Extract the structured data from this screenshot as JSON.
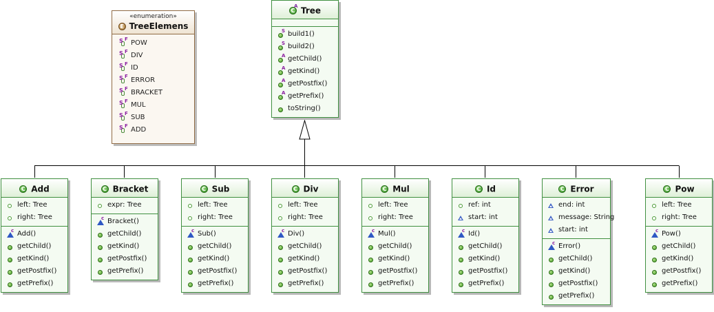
{
  "diagram": {
    "enumeration": {
      "stereotype": "«enumeration»",
      "name": "TreeElemens",
      "literals": [
        "POW",
        "DIV",
        "ID",
        "ERROR",
        "BRACKET",
        "MUL",
        "SUB",
        "ADD"
      ]
    },
    "classes": [
      {
        "id": "Tree",
        "name": "Tree",
        "abstract": true,
        "sections": [
          [],
          [
            {
              "t": "build1()",
              "v": "pubstatic"
            },
            {
              "t": "build2()",
              "v": "pubstatic"
            },
            {
              "t": "getChild()",
              "v": "pubabs"
            },
            {
              "t": "getKind()",
              "v": "pubabs"
            },
            {
              "t": "getPostfix()",
              "v": "pubabs"
            },
            {
              "t": "getPrefix()",
              "v": "pubabs"
            },
            {
              "t": "toString()",
              "v": "pub"
            }
          ]
        ]
      },
      {
        "id": "Add",
        "name": "Add",
        "abstract": false,
        "sections": [
          [
            {
              "t": "left: Tree",
              "v": "priv"
            },
            {
              "t": "right: Tree",
              "v": "priv"
            }
          ],
          [
            {
              "t": "Add()",
              "v": "ctor"
            },
            {
              "t": "getChild()",
              "v": "pub"
            },
            {
              "t": "getKind()",
              "v": "pub"
            },
            {
              "t": "getPostfix()",
              "v": "pub"
            },
            {
              "t": "getPrefix()",
              "v": "pub"
            }
          ]
        ]
      },
      {
        "id": "Bracket",
        "name": "Bracket",
        "abstract": false,
        "sections": [
          [
            {
              "t": "expr: Tree",
              "v": "priv"
            }
          ],
          [
            {
              "t": "Bracket()",
              "v": "ctor"
            },
            {
              "t": "getChild()",
              "v": "pub"
            },
            {
              "t": "getKind()",
              "v": "pub"
            },
            {
              "t": "getPostfix()",
              "v": "pub"
            },
            {
              "t": "getPrefix()",
              "v": "pub"
            }
          ]
        ]
      },
      {
        "id": "Sub",
        "name": "Sub",
        "abstract": false,
        "sections": [
          [
            {
              "t": "left: Tree",
              "v": "priv"
            },
            {
              "t": "right: Tree",
              "v": "priv"
            }
          ],
          [
            {
              "t": "Sub()",
              "v": "ctor"
            },
            {
              "t": "getChild()",
              "v": "pub"
            },
            {
              "t": "getKind()",
              "v": "pub"
            },
            {
              "t": "getPostfix()",
              "v": "pub"
            },
            {
              "t": "getPrefix()",
              "v": "pub"
            }
          ]
        ]
      },
      {
        "id": "Div",
        "name": "Div",
        "abstract": false,
        "sections": [
          [
            {
              "t": "left: Tree",
              "v": "priv"
            },
            {
              "t": "right: Tree",
              "v": "priv"
            }
          ],
          [
            {
              "t": "Div()",
              "v": "ctor"
            },
            {
              "t": "getChild()",
              "v": "pub"
            },
            {
              "t": "getKind()",
              "v": "pub"
            },
            {
              "t": "getPostfix()",
              "v": "pub"
            },
            {
              "t": "getPrefix()",
              "v": "pub"
            }
          ]
        ]
      },
      {
        "id": "Mul",
        "name": "Mul",
        "abstract": false,
        "sections": [
          [
            {
              "t": "left: Tree",
              "v": "priv"
            },
            {
              "t": "right: Tree",
              "v": "priv"
            }
          ],
          [
            {
              "t": "Mul()",
              "v": "ctor"
            },
            {
              "t": "getChild()",
              "v": "pub"
            },
            {
              "t": "getKind()",
              "v": "pub"
            },
            {
              "t": "getPostfix()",
              "v": "pub"
            },
            {
              "t": "getPrefix()",
              "v": "pub"
            }
          ]
        ]
      },
      {
        "id": "Id",
        "name": "Id",
        "abstract": false,
        "sections": [
          [
            {
              "t": "ref: int",
              "v": "priv"
            },
            {
              "t": "start: int",
              "v": "pkg"
            }
          ],
          [
            {
              "t": "Id()",
              "v": "ctor"
            },
            {
              "t": "getChild()",
              "v": "pub"
            },
            {
              "t": "getKind()",
              "v": "pub"
            },
            {
              "t": "getPostfix()",
              "v": "pub"
            },
            {
              "t": "getPrefix()",
              "v": "pub"
            }
          ]
        ]
      },
      {
        "id": "Error",
        "name": "Error",
        "abstract": false,
        "sections": [
          [
            {
              "t": "end: int",
              "v": "pkg"
            },
            {
              "t": "message: String",
              "v": "pkg"
            },
            {
              "t": "start: int",
              "v": "pkg"
            }
          ],
          [
            {
              "t": "Error()",
              "v": "ctorpkg"
            },
            {
              "t": "getChild()",
              "v": "pub"
            },
            {
              "t": "getKind()",
              "v": "pub"
            },
            {
              "t": "getPostfix()",
              "v": "pub"
            },
            {
              "t": "getPrefix()",
              "v": "pub"
            }
          ]
        ]
      },
      {
        "id": "Pow",
        "name": "Pow",
        "abstract": false,
        "sections": [
          [
            {
              "t": "left: Tree",
              "v": "priv"
            },
            {
              "t": "right: Tree",
              "v": "priv"
            }
          ],
          [
            {
              "t": "Pow()",
              "v": "ctor"
            },
            {
              "t": "getChild()",
              "v": "pub"
            },
            {
              "t": "getKind()",
              "v": "pub"
            },
            {
              "t": "getPostfix()",
              "v": "pub"
            },
            {
              "t": "getPrefix()",
              "v": "pub"
            }
          ]
        ]
      }
    ],
    "generalization": {
      "parent": "Tree",
      "children": [
        "Add",
        "Bracket",
        "Sub",
        "Div",
        "Mul",
        "Id",
        "Error",
        "Pow"
      ]
    }
  },
  "colors": {
    "class_border": "#3f8f3f",
    "class_fill": "#f4fbf2",
    "enum_border": "#8f6a43",
    "line": "#000000"
  }
}
